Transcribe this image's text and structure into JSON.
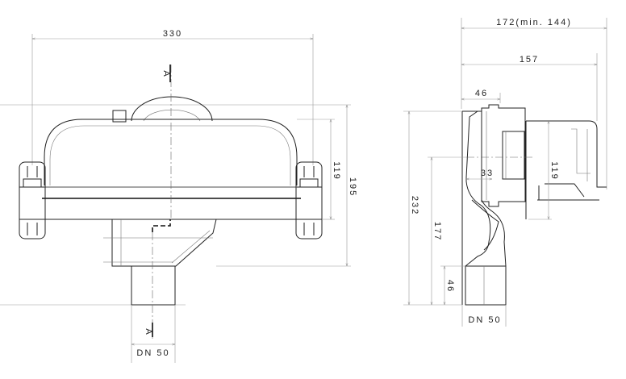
{
  "front_view": {
    "width_dim": "330",
    "height_upper_dim": "119",
    "height_total_dim": "195",
    "pipe_dim": "DN 50",
    "section_mark_top": "A",
    "section_mark_bottom": "A"
  },
  "side_view": {
    "depth_total_dim": "172(min. 144)",
    "depth_dim": "157",
    "wall_dim": "46",
    "inner_dim": "33",
    "housing_height_dim": "119",
    "height_total_dim": "232",
    "height_mid_dim": "177",
    "pipe_height_dim": "46",
    "pipe_dim": "DN 50"
  }
}
